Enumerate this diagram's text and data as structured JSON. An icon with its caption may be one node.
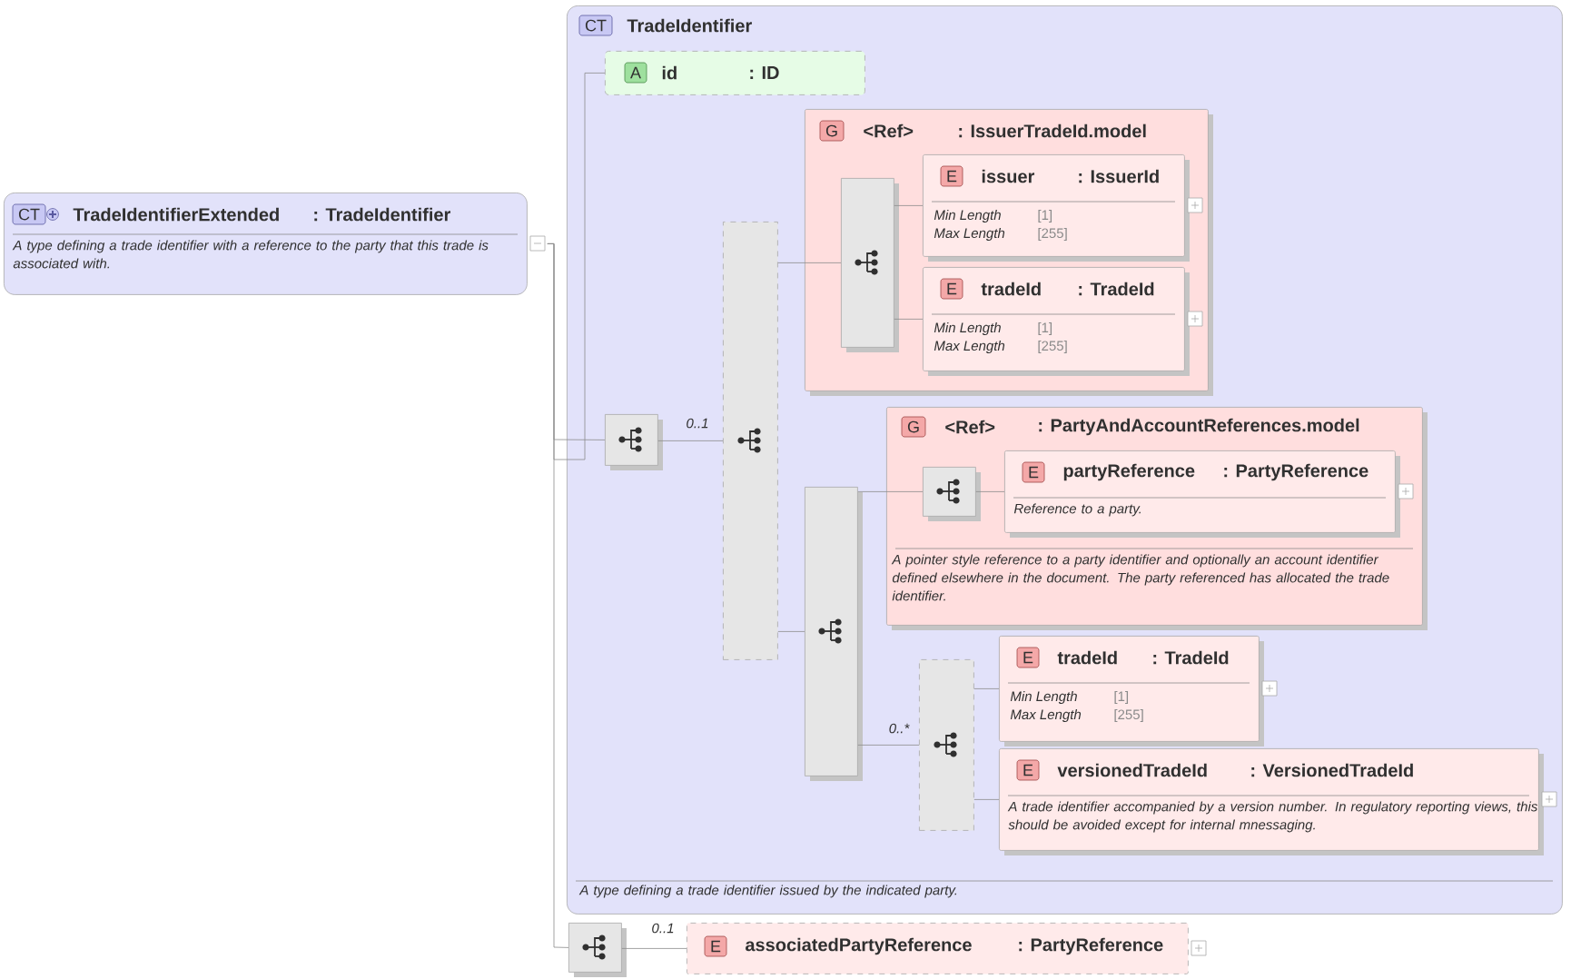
{
  "diagram": {
    "nodes": [
      {
        "text": [
          "CT",
          "TradeIdentifierExtended",
          ": TradeIdentifier",
          "A type defining a trade identifier with a reference to the party that this trade is associated with."
        ]
      },
      {
        "text": [
          "CT",
          "TradeIdentifier",
          "A type defining a trade identifier issued by the indicated party."
        ]
      },
      {
        "text": [
          "A",
          "id",
          ": ID"
        ],
        "in": 1
      },
      {
        "text": [],
        "shape": "box",
        "in": 1
      },
      {
        "text": [],
        "shape": "box",
        "in": 1
      },
      {
        "text": [
          "G",
          "<Ref>",
          ": IssuerTradeId.model"
        ],
        "in": 1
      },
      {
        "text": [],
        "shape": "box",
        "in": 5
      },
      {
        "text": [
          "E",
          "issuer",
          ": IssuerId",
          "Min Length",
          "[1]",
          "Max Length",
          "[255]"
        ],
        "in": 5
      },
      {
        "text": [
          "E",
          "tradeId",
          ": TradeId",
          "Min Length",
          "[1]",
          "Max Length",
          "[255]"
        ],
        "in": 5
      },
      {
        "text": [],
        "shape": "box",
        "in": 1
      },
      {
        "text": [
          "G",
          "<Ref>",
          ": PartyAndAccountReferences.model",
          "A pointer style reference to a party identifier and optionally an account identifier defined elsewhere in the document. The party referenced has allocated the trade identifier."
        ],
        "in": 1
      },
      {
        "text": [],
        "shape": "box",
        "in": 10
      },
      {
        "text": [
          "E",
          "partyReference",
          ": PartyReference",
          "Reference to a party."
        ],
        "in": 10
      },
      {
        "text": [],
        "shape": "box",
        "in": 1
      },
      {
        "text": [
          "E",
          "tradeId",
          ": TradeId",
          "Min Length",
          "[1]",
          "Max Length",
          "[255]"
        ],
        "in": 1
      },
      {
        "text": [
          "E",
          "versionedTradeId",
          ": VersionedTradeId",
          "A trade identifier accompanied by a version number. In regulatory reporting views, this should be avoided except for internal mnessaging."
        ],
        "in": 1
      },
      {
        "text": [],
        "shape": "box"
      },
      {
        "text": [
          "E",
          "associatedPartyReference",
          ": PartyReference"
        ]
      }
    ],
    "edges": [
      {
        "from": 0,
        "to": 2,
        "arrow": "none"
      },
      {
        "from": 0,
        "to": 3,
        "arrow": "none"
      },
      {
        "from": 0,
        "to": 16,
        "arrow": "none"
      },
      {
        "from": 3,
        "to": 4,
        "arrow": "none",
        "label": "0..1"
      },
      {
        "from": 4,
        "to": 6,
        "arrow": "none"
      },
      {
        "from": 6,
        "to": 7,
        "arrow": "none"
      },
      {
        "from": 6,
        "to": 8,
        "arrow": "none"
      },
      {
        "from": 4,
        "to": 9,
        "arrow": "none"
      },
      {
        "from": 9,
        "to": 11,
        "arrow": "none"
      },
      {
        "from": 11,
        "to": 12,
        "arrow": "none"
      },
      {
        "from": 9,
        "to": 13,
        "arrow": "none",
        "label": "0..*"
      },
      {
        "from": 13,
        "to": 14,
        "arrow": "none"
      },
      {
        "from": 13,
        "to": 15,
        "arrow": "none"
      },
      {
        "from": 16,
        "to": 17,
        "arrow": "none",
        "label": "0..1"
      }
    ]
  }
}
